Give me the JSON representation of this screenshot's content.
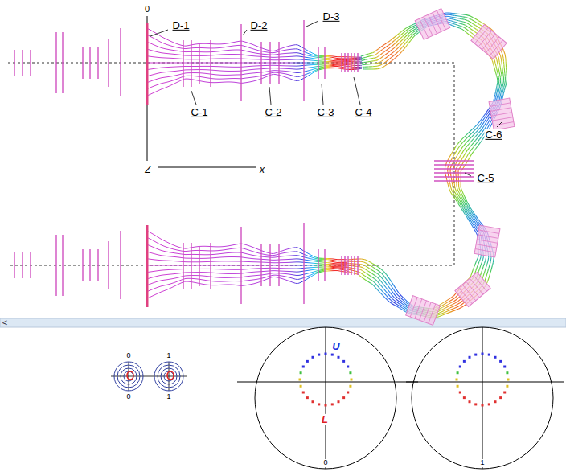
{
  "diagram": {
    "labels": [
      "0",
      "D-1",
      "D-2",
      "D-3",
      "C-1",
      "C-2",
      "C-3",
      "C-4",
      "C-6",
      "C-5",
      "Z",
      "x",
      "<",
      "0",
      "0",
      "1",
      "1",
      "U",
      "L",
      "0",
      "1"
    ]
  }
}
